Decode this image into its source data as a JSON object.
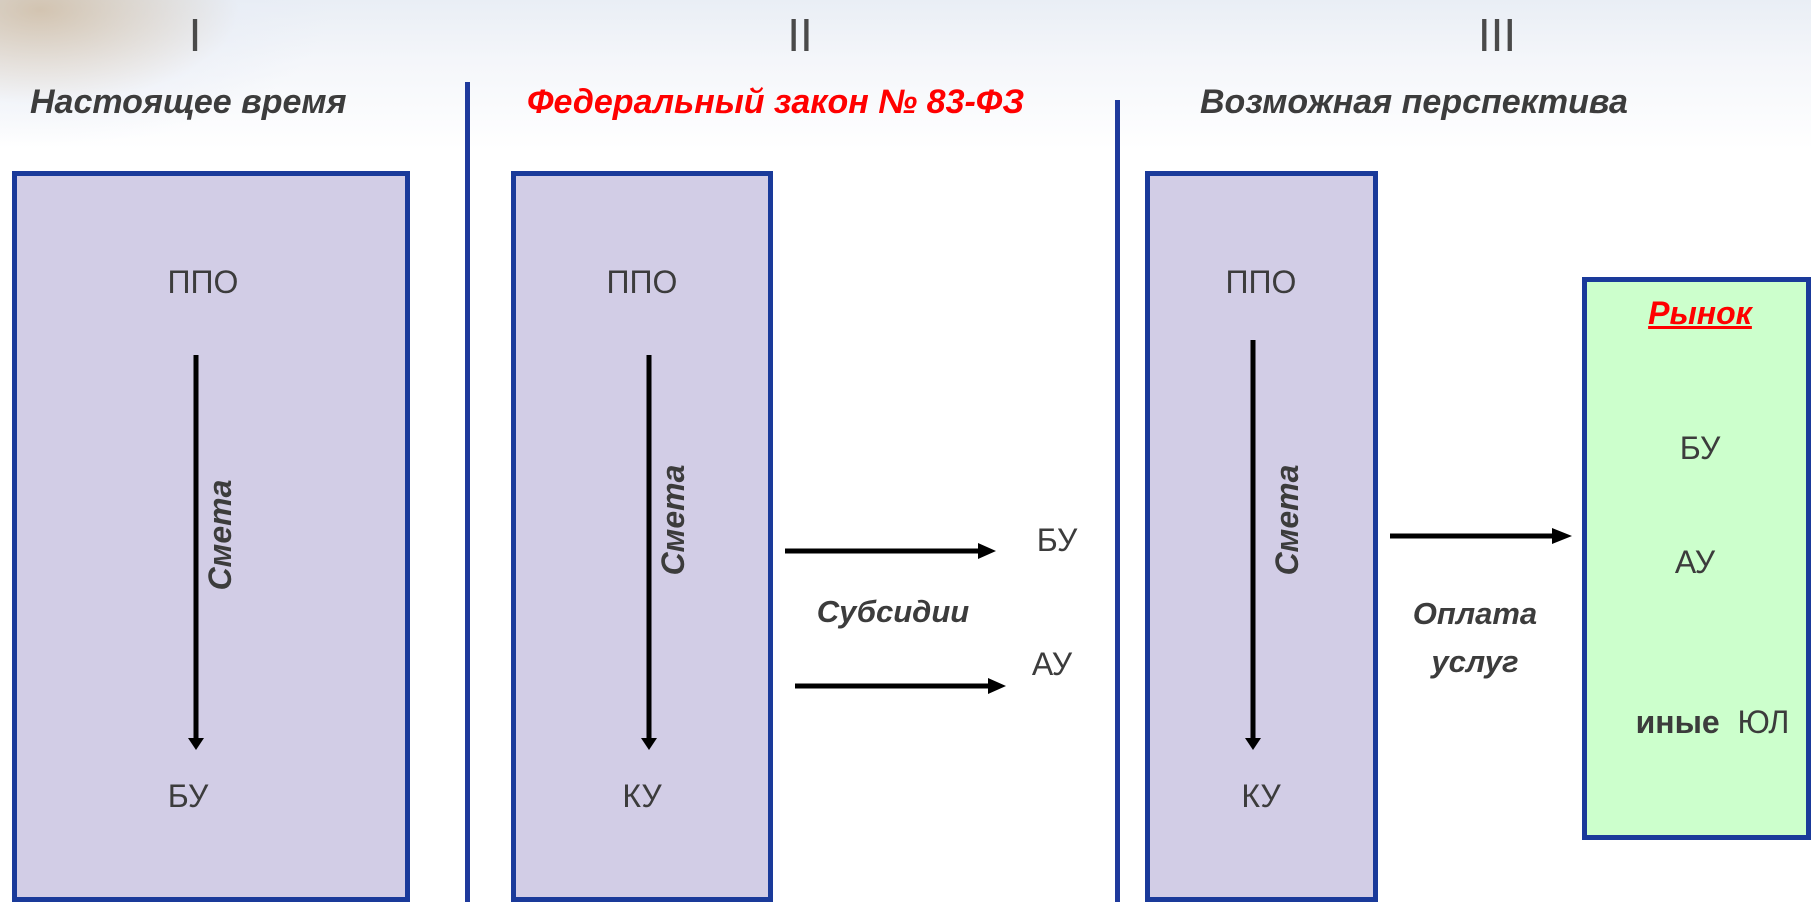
{
  "columns": [
    {
      "roman": "I",
      "title": "Настоящее время"
    },
    {
      "roman": "II",
      "title": "Федеральный закон № 83-ФЗ"
    },
    {
      "roman": "III",
      "title": "Возможная перспектива"
    }
  ],
  "col1": {
    "top": "ППО",
    "arrow_label": "Смета",
    "bottom": "БУ"
  },
  "col2": {
    "top": "ППО",
    "arrow_label": "Смета",
    "bottom": "КУ",
    "subsidy_label": "Субсидии",
    "target_1": "БУ",
    "target_2": "АУ"
  },
  "col3": {
    "top": "ППО",
    "arrow_label": "Смета",
    "bottom": "КУ",
    "payment_label_line1": "Оплата",
    "payment_label_line2": "услуг"
  },
  "market": {
    "title": "Рынок",
    "items": [
      "БУ",
      "АУ"
    ],
    "other_bold": "иные",
    "other_rest": "ЮЛ"
  },
  "colors": {
    "box_fill": "#d2cde6",
    "box_border": "#1a3a9a",
    "market_fill": "#ccffcc",
    "accent_red": "#ff0000",
    "divider": "#1f3a9c"
  }
}
